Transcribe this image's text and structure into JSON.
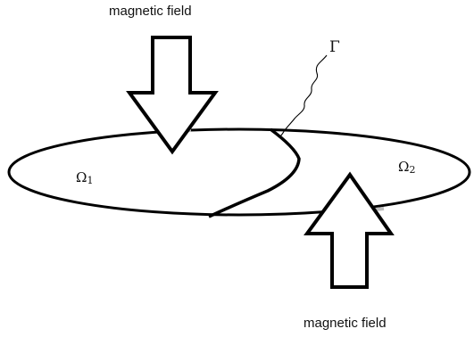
{
  "labels": {
    "top_field": "magnetic field",
    "bottom_field": "magnetic field",
    "boundary": "Γ",
    "region_1_symbol": "Ω",
    "region_1_index": "1",
    "region_2_symbol": "Ω",
    "region_2_index": "2"
  },
  "colors": {
    "stroke": "#000000",
    "highlight": "#bdbdbd",
    "text": "#111111",
    "background": "#ffffff"
  },
  "arrows": {
    "top_direction": "down",
    "bottom_direction": "up"
  }
}
